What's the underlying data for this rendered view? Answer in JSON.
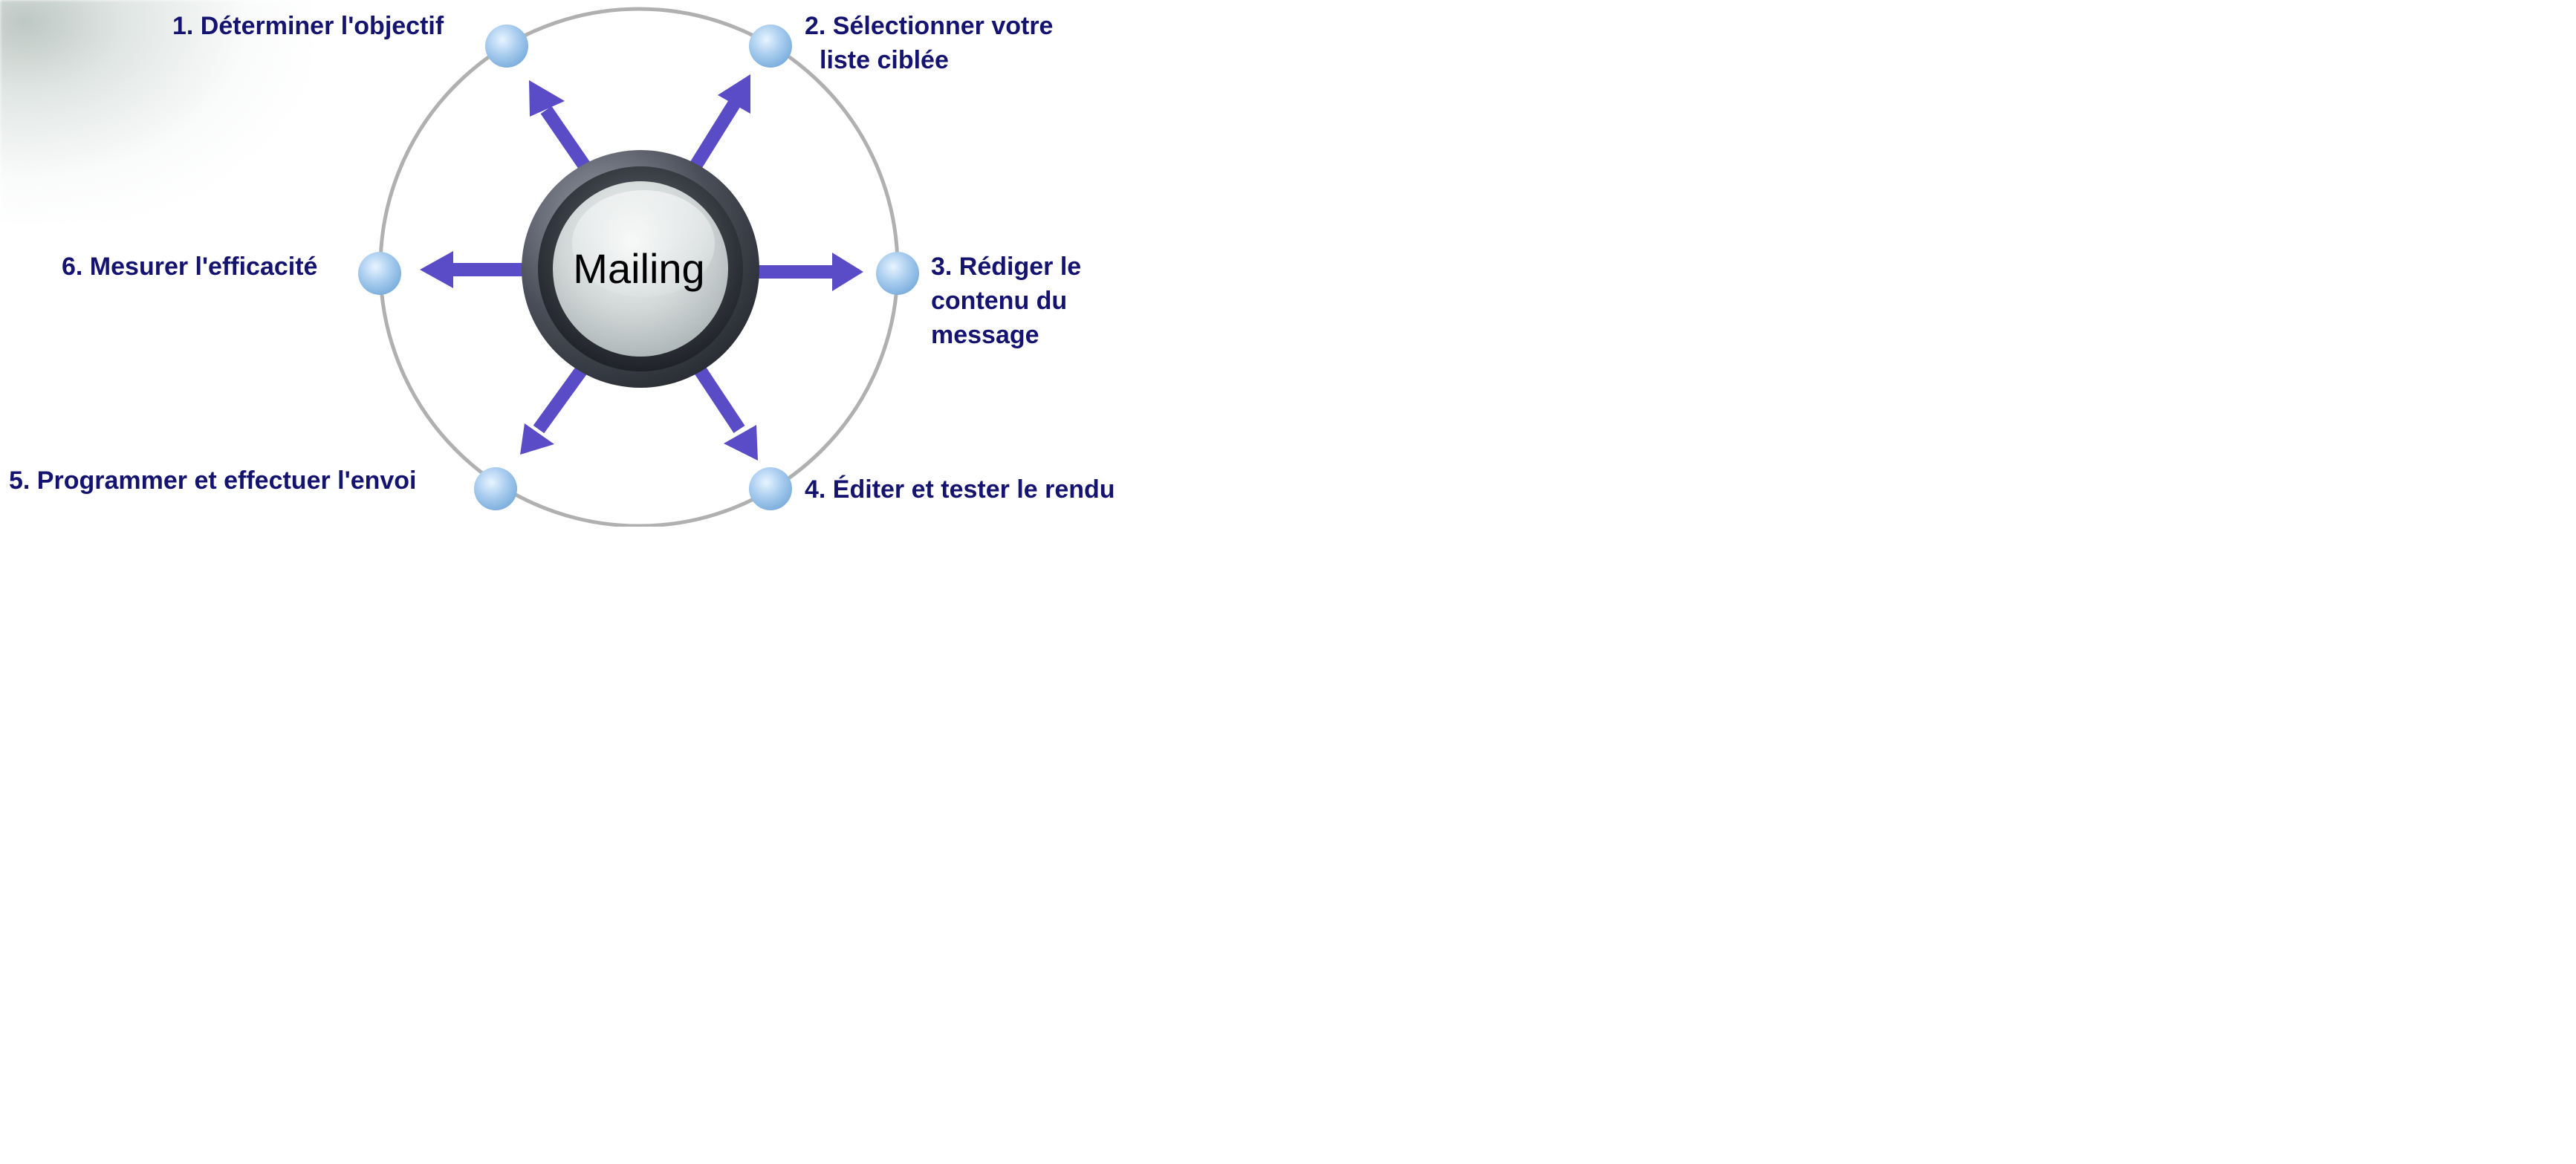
{
  "center": {
    "label": "Mailing"
  },
  "steps": [
    {
      "id": 1,
      "label": "1. Déterminer l'objectif"
    },
    {
      "id": 2,
      "label_line1": "2. Sélectionner votre",
      "label_line2": "liste ciblée"
    },
    {
      "id": 3,
      "label_line1": "3. Rédiger le",
      "label_line2": "contenu du",
      "label_line3": "message"
    },
    {
      "id": 4,
      "label": "4. Éditer et tester le rendu"
    },
    {
      "id": 5,
      "label": "5. Programmer et effectuer l'envoi"
    },
    {
      "id": 6,
      "label": "6. Mesurer l'efficacité"
    }
  ],
  "colors": {
    "label_text": "#141470",
    "arrow": "#5a4bc6",
    "ring": "#b0b0b0",
    "node": "#a9cdef"
  }
}
